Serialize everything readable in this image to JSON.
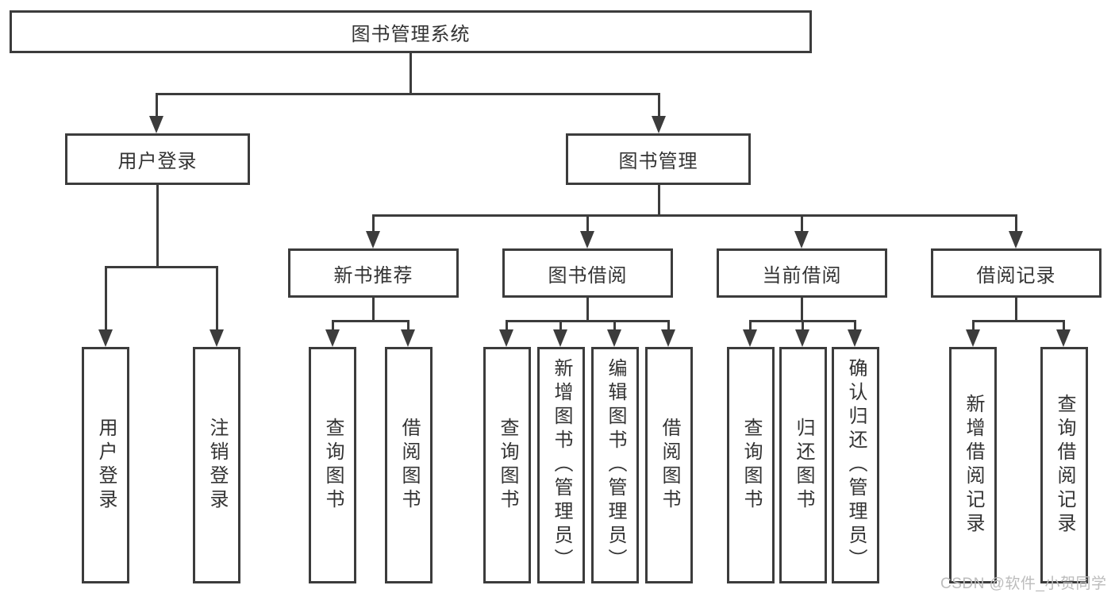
{
  "tree": {
    "label": "图书管理系统",
    "children": [
      {
        "label": "用户登录",
        "children": [
          {
            "label": "用户登录"
          },
          {
            "label": "注销登录"
          }
        ]
      },
      {
        "label": "图书管理",
        "children": [
          {
            "label": "新书推荐",
            "children": [
              {
                "label": "查询图书"
              },
              {
                "label": "借阅图书"
              }
            ]
          },
          {
            "label": "图书借阅",
            "children": [
              {
                "label": "查询图书"
              },
              {
                "label": "新增图书（管理员）"
              },
              {
                "label": "编辑图书（管理员）"
              },
              {
                "label": "借阅图书"
              }
            ]
          },
          {
            "label": "当前借阅",
            "children": [
              {
                "label": "查询图书"
              },
              {
                "label": "归还图书"
              },
              {
                "label": "确认归还（管理员）"
              }
            ]
          },
          {
            "label": "借阅记录",
            "children": [
              {
                "label": "新增借阅记录"
              },
              {
                "label": "查询借阅记录"
              }
            ]
          }
        ]
      }
    ]
  },
  "watermark": {
    "text": "CSDN @软件_小贺同学"
  },
  "colors": {
    "line": "#3c3c3c",
    "text": "#333333",
    "background": "#ffffff",
    "watermark": "#bcbcbc"
  }
}
